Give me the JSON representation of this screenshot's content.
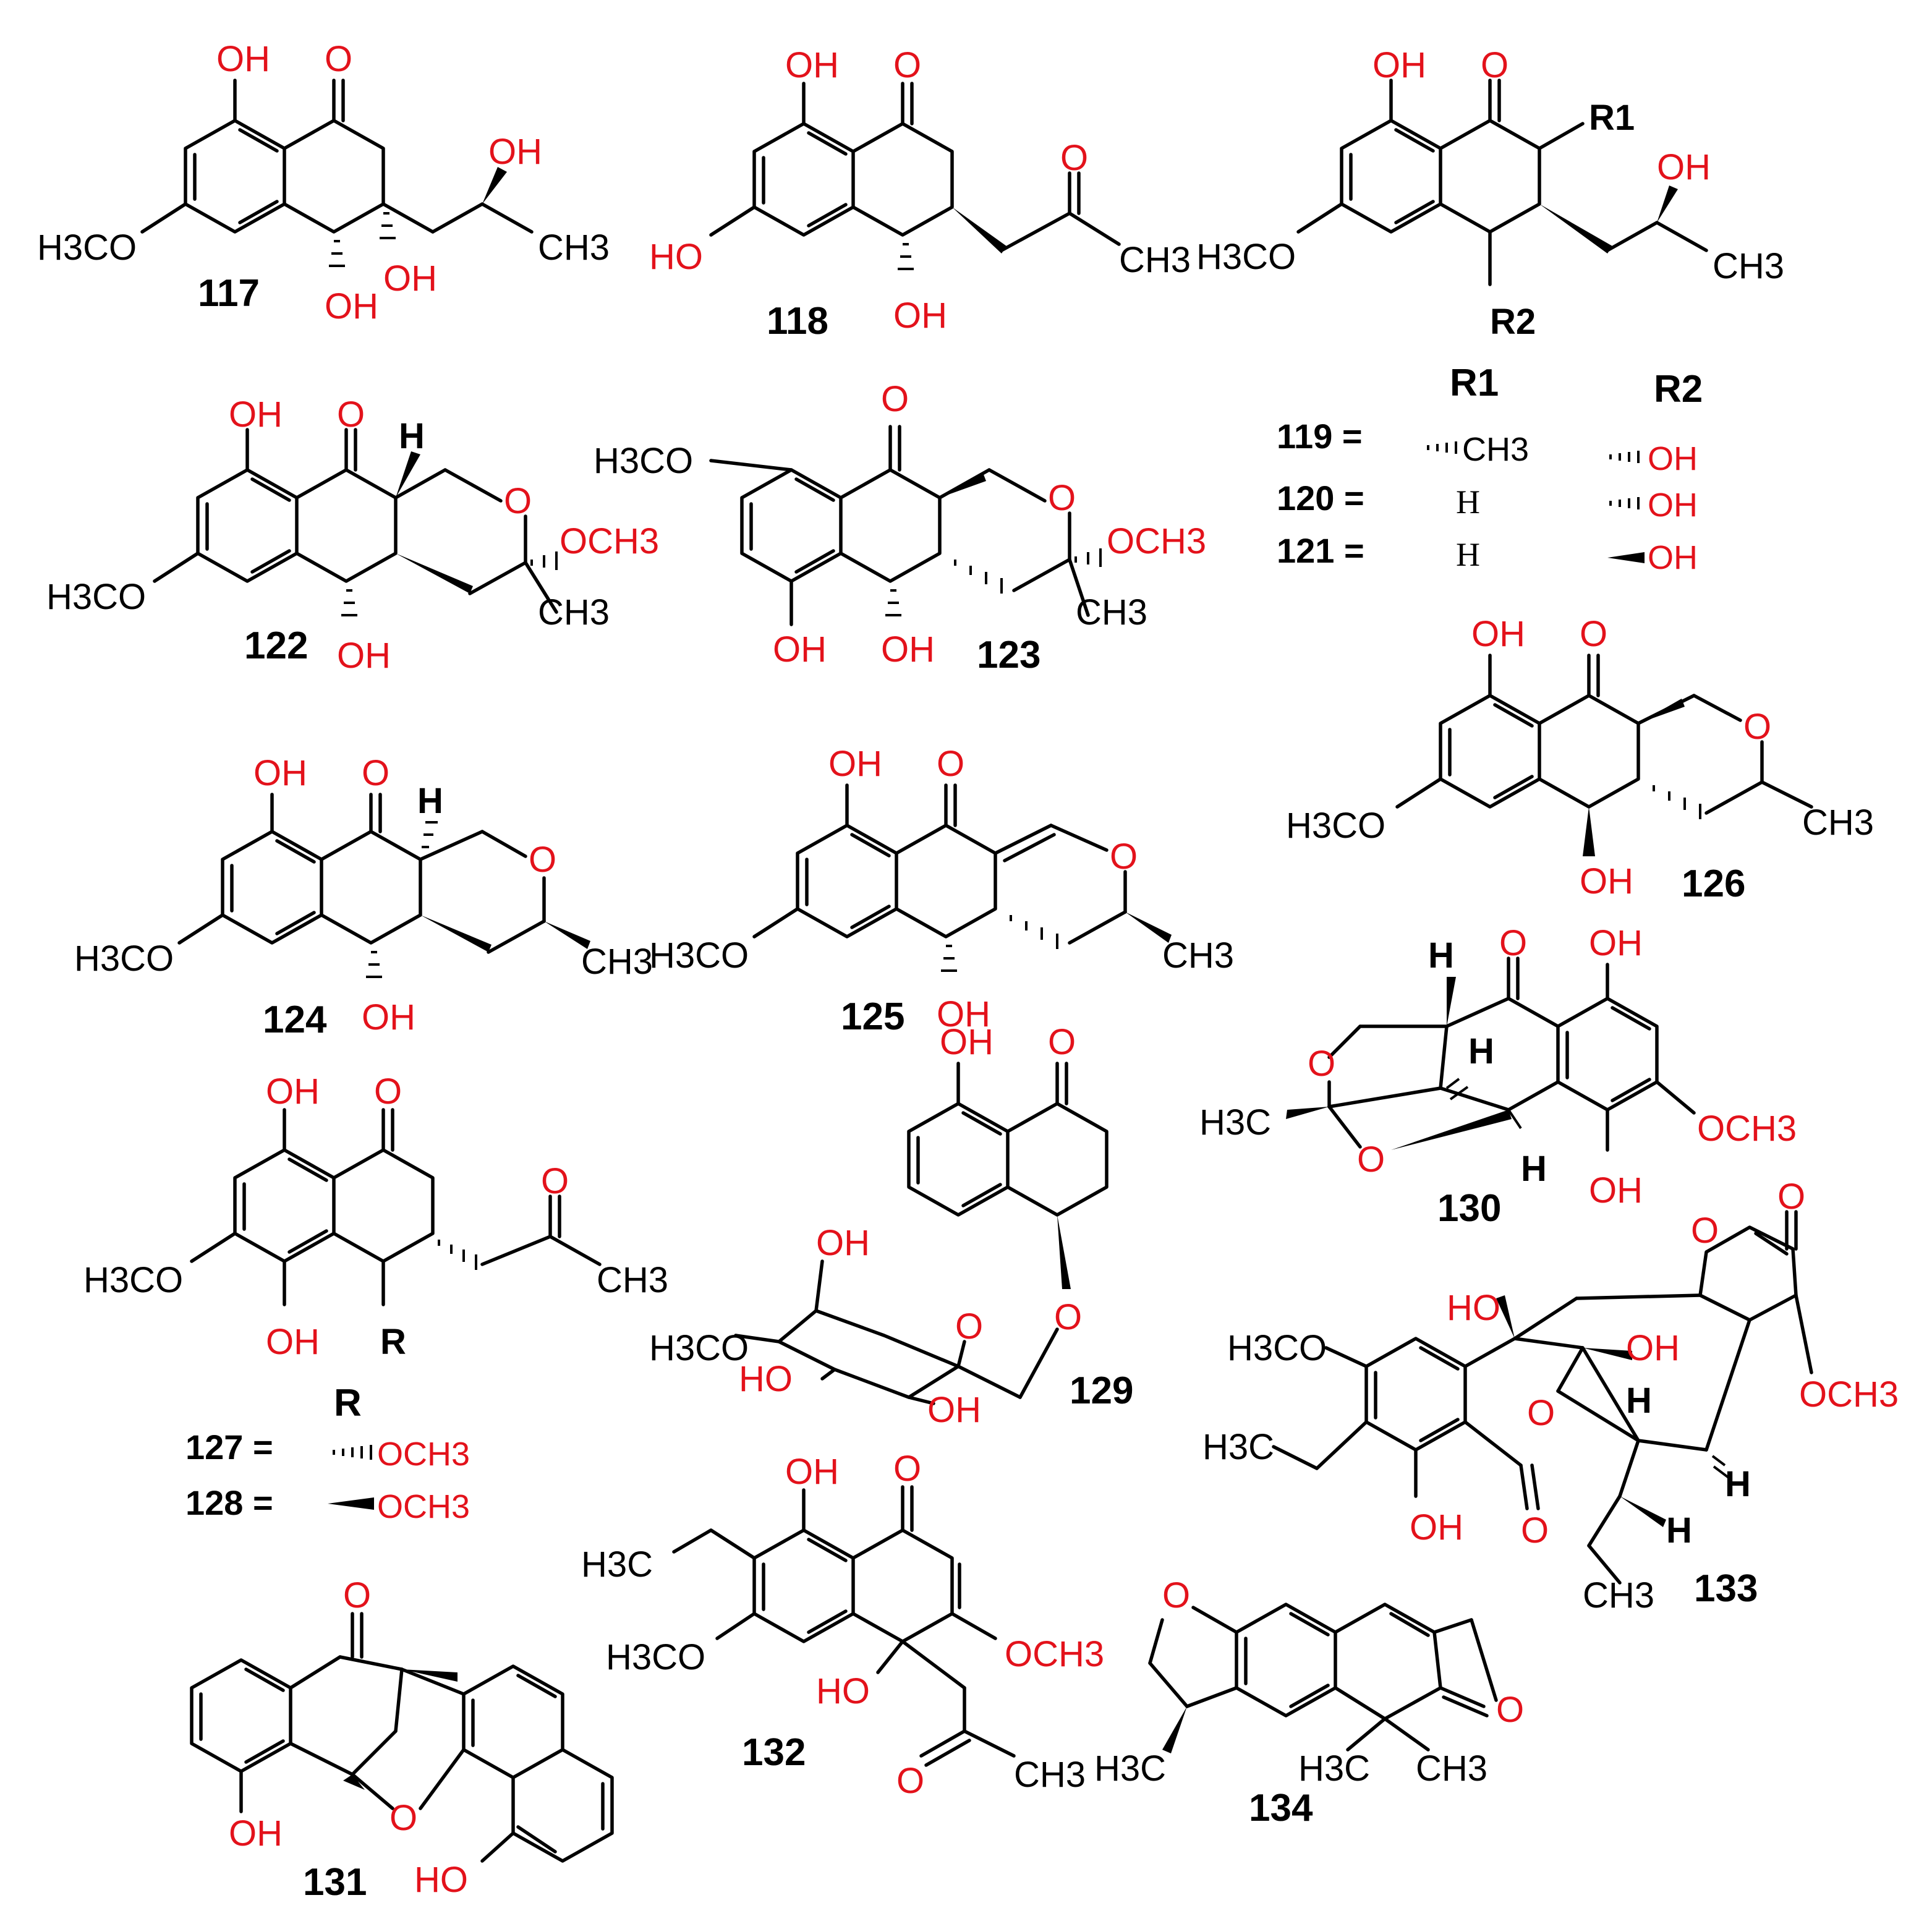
{
  "figure": {
    "compounds": [
      {
        "id": "117",
        "atoms": {
          "oh_a": "OH",
          "o_keto": "O",
          "meo": "H3CO",
          "oh_b": "OH",
          "oh_c": "OH",
          "oh_d": "OH",
          "me": "CH3"
        }
      },
      {
        "id": "118",
        "atoms": {
          "oh_a": "OH",
          "o_keto": "O",
          "ho": "HO",
          "oh_b": "OH",
          "o_side": "O",
          "me": "CH3"
        }
      },
      {
        "id": "119-121",
        "atoms": {
          "oh_a": "OH",
          "o_keto": "O",
          "meo": "H3CO",
          "r1": "R1",
          "r2": "R2",
          "oh_b": "OH",
          "me": "CH3"
        }
      },
      {
        "id": "122",
        "atoms": {
          "oh_a": "OH",
          "o_keto": "O",
          "h": "H",
          "o_ring": "O",
          "ome": "OCH3",
          "me": "CH3",
          "meo": "H3CO",
          "oh_b": "OH"
        }
      },
      {
        "id": "123",
        "atoms": {
          "o_keto": "O",
          "meo": "H3CO",
          "o_ring": "O",
          "ome": "OCH3",
          "me": "CH3",
          "oh_a": "OH",
          "oh_b": "OH"
        }
      },
      {
        "id": "124",
        "atoms": {
          "oh_a": "OH",
          "o_keto": "O",
          "h": "H",
          "o_ring": "O",
          "meo": "H3CO",
          "me": "CH3",
          "oh_b": "OH"
        }
      },
      {
        "id": "125",
        "atoms": {
          "oh_a": "OH",
          "o_keto": "O",
          "o_ring": "O",
          "meo": "H3CO",
          "me": "CH3",
          "oh_b": "OH"
        }
      },
      {
        "id": "126",
        "atoms": {
          "oh_a": "OH",
          "o_keto": "O",
          "o_ring": "O",
          "meo": "H3CO",
          "me": "CH3",
          "oh_b": "OH"
        }
      },
      {
        "id": "127-128",
        "atoms": {
          "oh_a": "OH",
          "o_keto": "O",
          "o_side": "O",
          "meo": "H3CO",
          "me": "CH3",
          "oh_b": "OH",
          "r": "R"
        }
      },
      {
        "id": "129",
        "atoms": {
          "oh_a": "OH",
          "o_keto": "O",
          "oh_b": "OH",
          "o_ring": "O",
          "o_link": "O",
          "meo": "H3CO",
          "ho": "HO",
          "oh_c": "OH"
        }
      },
      {
        "id": "130",
        "atoms": {
          "h_a": "H",
          "o_keto": "O",
          "oh_a": "OH",
          "o_ring": "O",
          "h_b": "H",
          "me": "H3C",
          "ome": "OCH3",
          "o_bridge": "O",
          "h_c": "H",
          "oh_b": "OH"
        }
      },
      {
        "id": "131",
        "atoms": {
          "o_keto": "O",
          "o_ring": "O",
          "oh_a": "OH",
          "ho": "HO"
        }
      },
      {
        "id": "132",
        "atoms": {
          "oh_a": "OH",
          "o_keto": "O",
          "et": "H3C",
          "meo": "H3CO",
          "ome": "OCH3",
          "ho": "HO",
          "o_side": "O",
          "me": "CH3"
        }
      },
      {
        "id": "133",
        "atoms": {
          "o_lac_ring": "O",
          "o_lac_co": "O",
          "ho": "HO",
          "oh": "OH",
          "meo": "H3CO",
          "ome": "OCH3",
          "et": "H3C",
          "o_bridge": "O",
          "h_a": "H",
          "h_b": "H",
          "h_c": "H",
          "oh_b": "OH",
          "o_keto": "O",
          "me": "CH3"
        }
      },
      {
        "id": "134",
        "atoms": {
          "o_ring": "O",
          "o_keto": "O",
          "me_a": "H3C",
          "me_b": "H3C",
          "me_c": "CH3"
        }
      }
    ],
    "r_table_119": {
      "col1": "R1",
      "col2": "R2",
      "rows": [
        {
          "label": "119 =",
          "r1": "CH3",
          "r2": "OH"
        },
        {
          "label": "120 =",
          "r1": "H",
          "r2": "OH"
        },
        {
          "label": "121 =",
          "r1": "H",
          "r2": "OH"
        }
      ]
    },
    "r_table_127": {
      "header": "R",
      "rows": [
        {
          "label": "127 =",
          "r": "OCH3"
        },
        {
          "label": "128 =",
          "r": "OCH3"
        }
      ]
    },
    "colors": {
      "heteroatom": "#e3121b",
      "carbon": "#000000",
      "background": "#ffffff"
    }
  }
}
